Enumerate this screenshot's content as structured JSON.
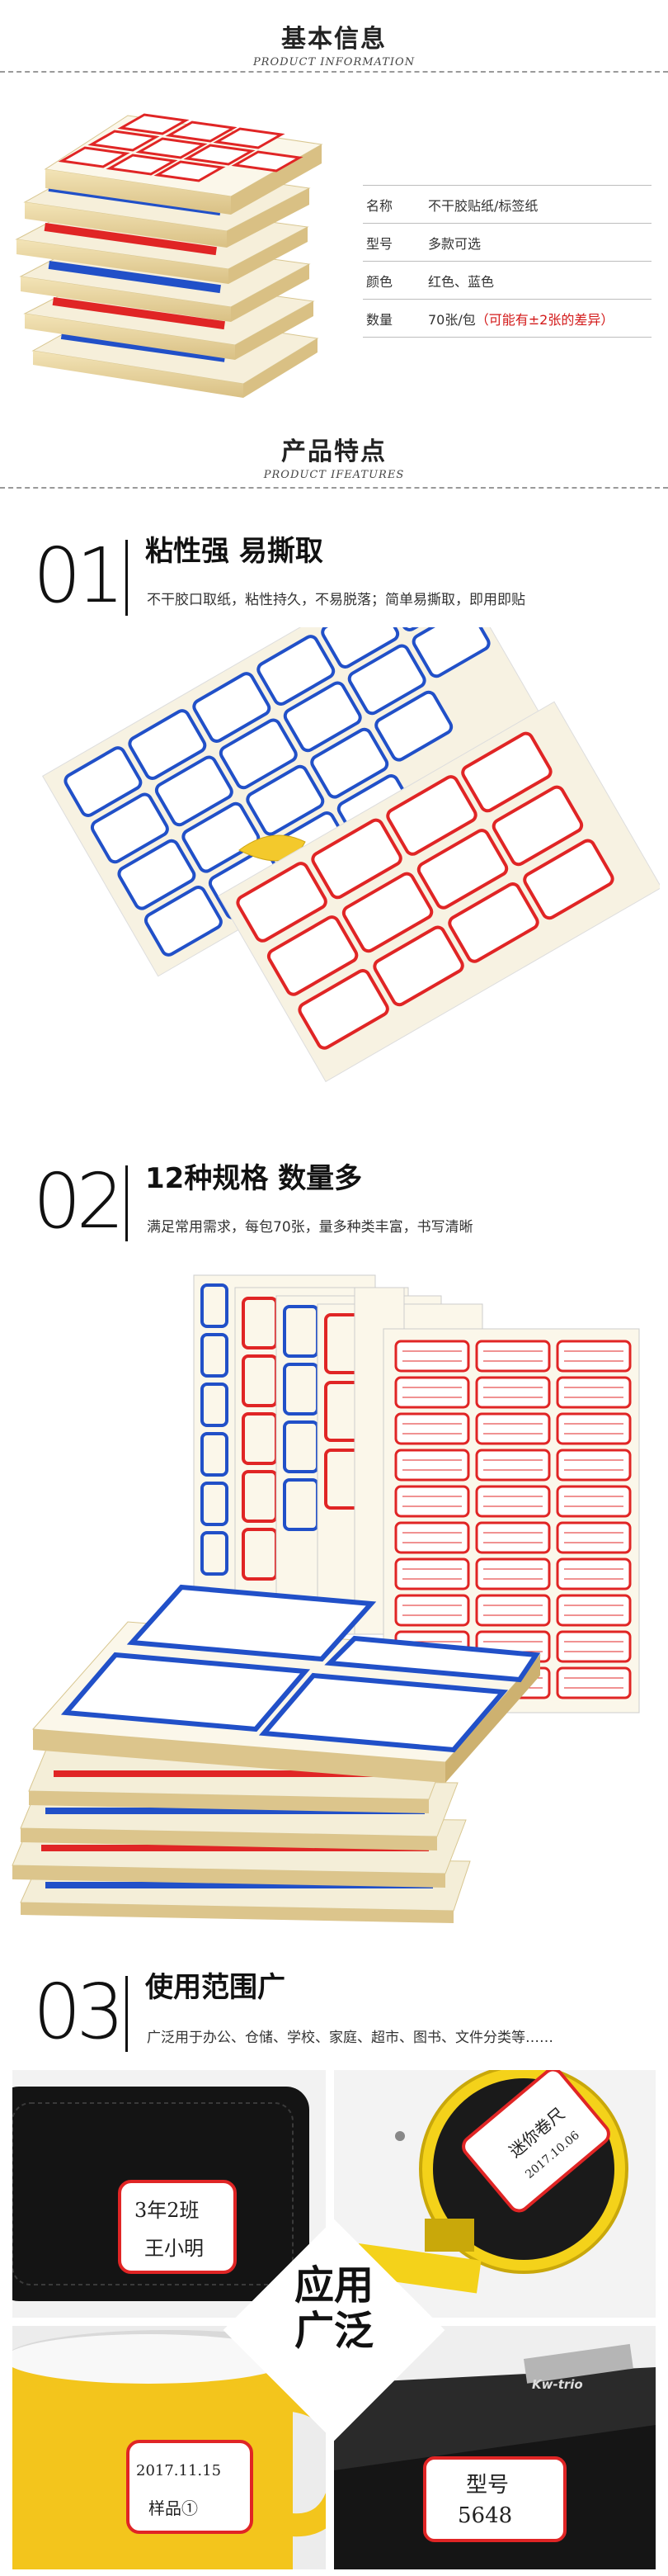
{
  "basic_info": {
    "title": "基本信息",
    "subtitle": "PRODUCT INFORMATION",
    "specs": [
      {
        "key": "名称",
        "value": "不干胶贴纸/标签纸",
        "note": ""
      },
      {
        "key": "型号",
        "value": "多款可选",
        "note": ""
      },
      {
        "key": "颜色",
        "value": "红色、蓝色",
        "note": ""
      },
      {
        "key": "数量",
        "value": "70张/包",
        "note": "（可能有±2张的差异）"
      }
    ]
  },
  "features_header": {
    "title": "产品特点",
    "subtitle": "PRODUCT IFEATURES"
  },
  "features": [
    {
      "num": "01",
      "title": "粘性强 易撕取",
      "desc": "不干胶口取纸，粘性持久，不易脱落；简单易撕取，即用即贴"
    },
    {
      "num": "02",
      "title": "12种规格 数量多",
      "desc": "满足常用需求，每包70张，量多种类丰富，书写清晰"
    },
    {
      "num": "03",
      "title": "使用范围广",
      "desc": "广泛用于办公、仓储、学校、家庭、超市、图书、文件分类等……"
    }
  ],
  "usage_badge": {
    "line1": "应用",
    "line2": "广泛"
  },
  "photos": {
    "wallet_label_line1": "3年2班",
    "wallet_label_line2": "王小明",
    "tape_label_line1": "迷你卷尺",
    "tape_label_line2": "2017.10.06",
    "mug_label_line1": "2017.11.15",
    "mug_label_line2": "样品①",
    "stapler_label_line1": "型号",
    "stapler_label_line2": "5648",
    "stapler_brand": "Kw-trio"
  },
  "colors": {
    "red": "#e02525",
    "blue": "#2150c8",
    "paper": "#fbf7ea",
    "edge": "#e9d9a8"
  }
}
